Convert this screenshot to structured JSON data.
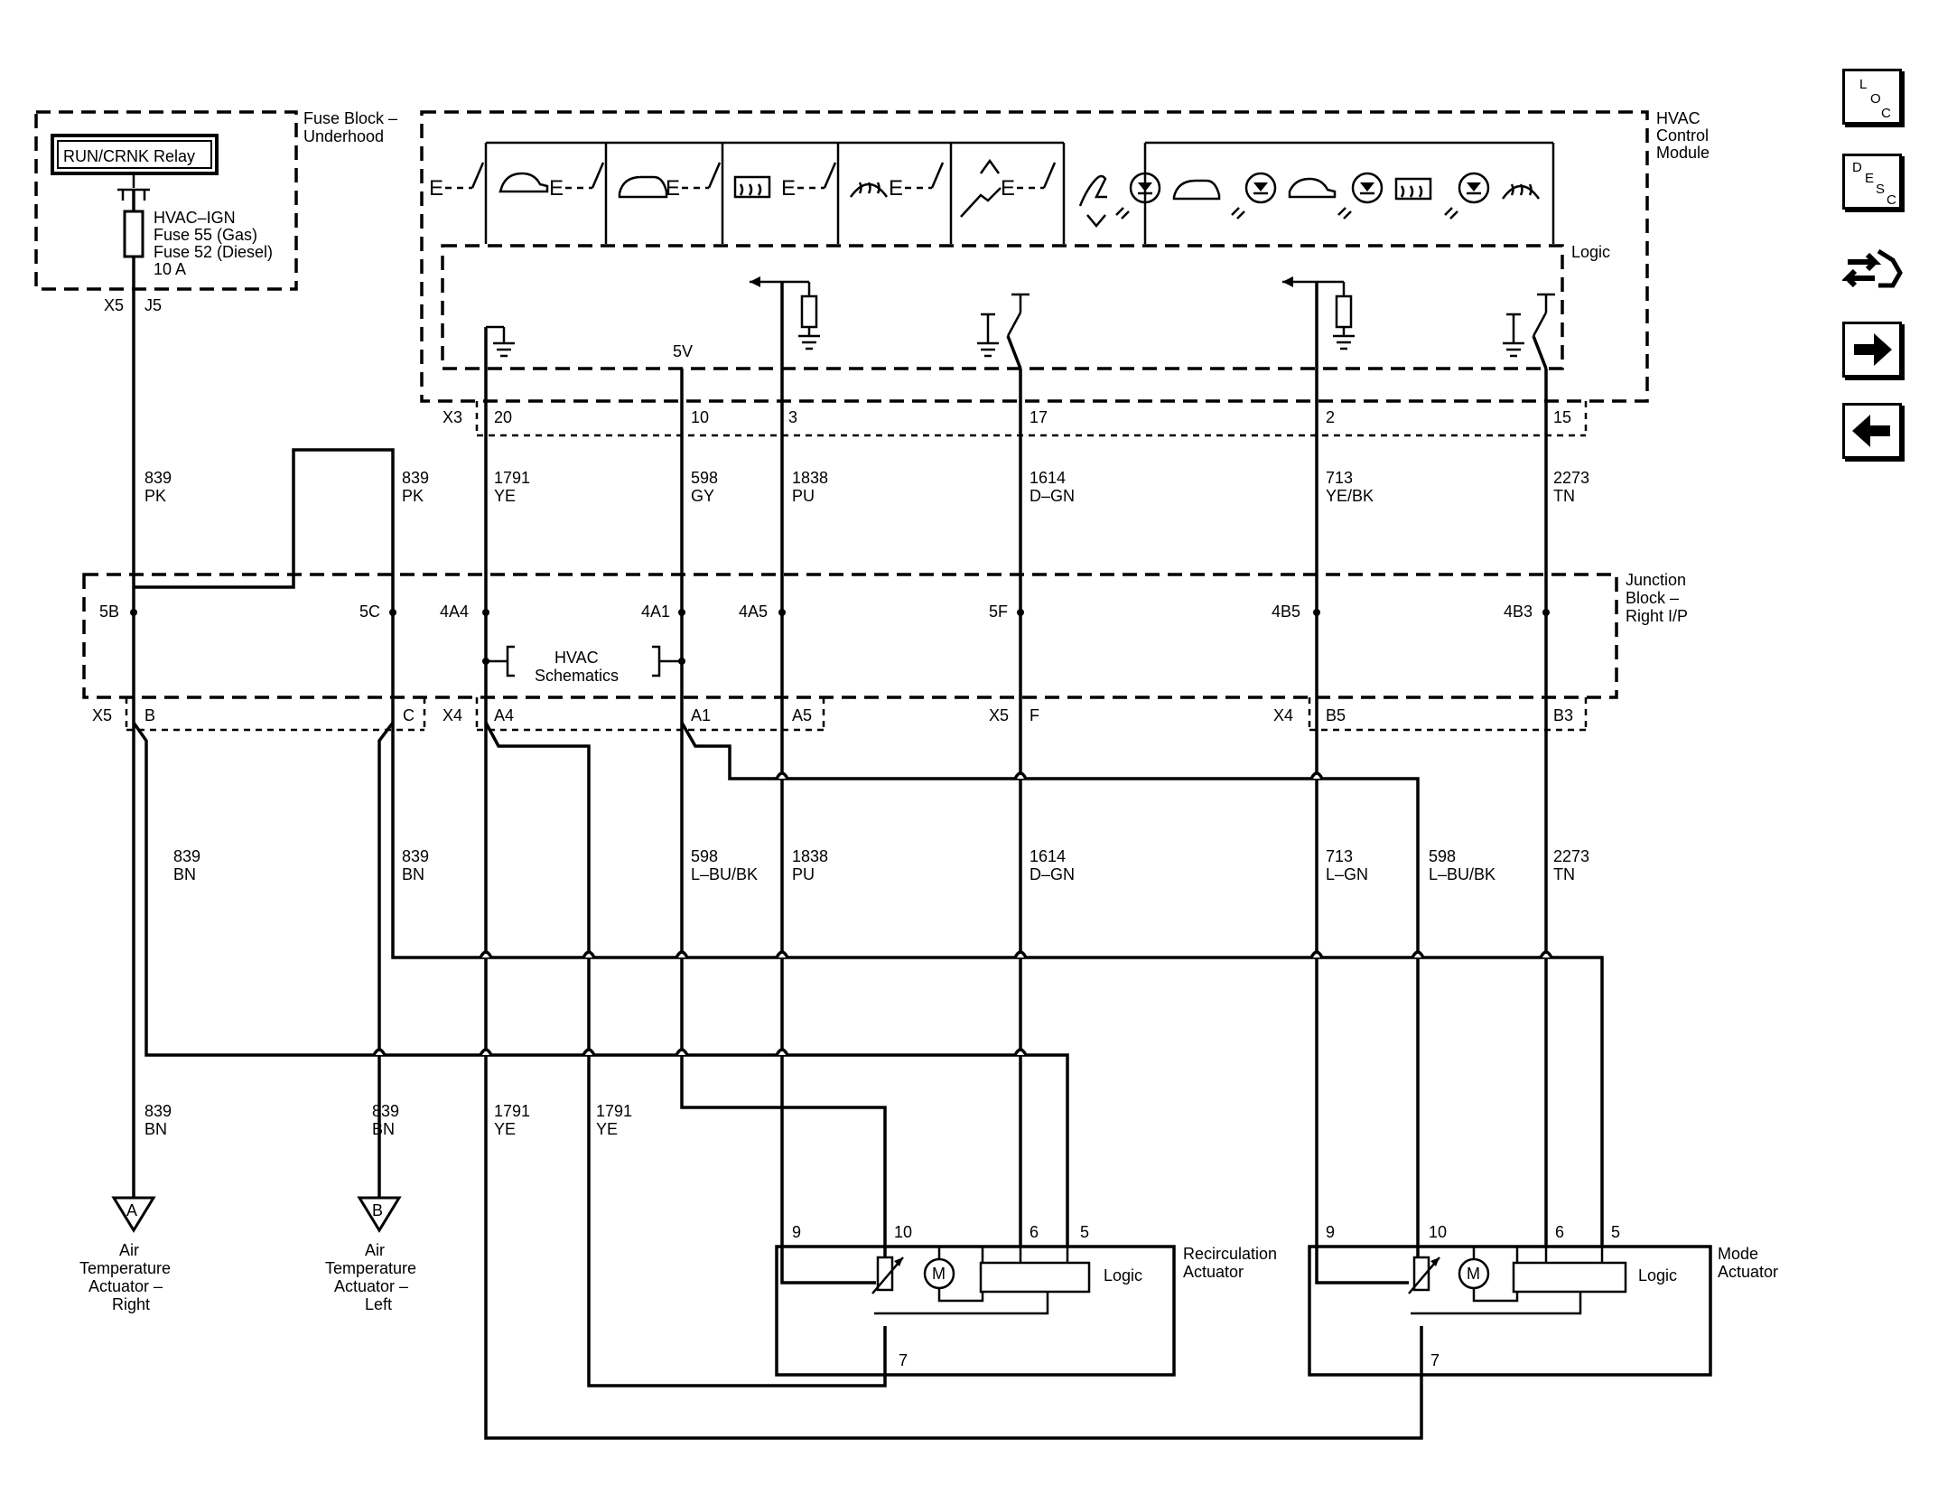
{
  "fuse_block": {
    "title": "Fuse Block –",
    "title2": "Underhood",
    "relay": "RUN/CRNK Relay",
    "fuse_line1": "HVAC–IGN",
    "fuse_line2": "Fuse 55 (Gas)",
    "fuse_line3": "Fuse 52 (Diesel)",
    "fuse_line4": "10 A",
    "conn": "X5",
    "pin": "J5"
  },
  "hvac_module": {
    "title1": "HVAC",
    "title2": "Control",
    "title3": "Module",
    "logic": "Logic",
    "five_v": "5V",
    "conn": "X3",
    "pins": [
      "20",
      "10",
      "3",
      "17",
      "2",
      "15"
    ]
  },
  "wires_upper": [
    {
      "num": "839",
      "color": "PK"
    },
    {
      "num": "839",
      "color": "PK"
    },
    {
      "num": "1791",
      "color": "YE"
    },
    {
      "num": "598",
      "color": "GY"
    },
    {
      "num": "1838",
      "color": "PU"
    },
    {
      "num": "1614",
      "color": "D–GN"
    },
    {
      "num": "713",
      "color": "YE/BK"
    },
    {
      "num": "2273",
      "color": "TN"
    }
  ],
  "junction_block": {
    "title1": "Junction",
    "title2": "Block –",
    "title3": "Right I/P",
    "pins": [
      "5B",
      "5C",
      "4A4",
      "4A1",
      "4A5",
      "5F",
      "4B5",
      "4B3"
    ],
    "schematic_ref1": "HVAC",
    "schematic_ref2": "Schematics",
    "conn_x5": "X5",
    "conn_x4": "X4",
    "conn_x5b": "X5",
    "conn_x4b": "X4",
    "lower_pins": [
      "B",
      "C",
      "A4",
      "A1",
      "A5",
      "F",
      "B5",
      "B3"
    ]
  },
  "wires_mid": [
    {
      "num": "839",
      "color": "BN"
    },
    {
      "num": "839",
      "color": "BN"
    },
    {
      "num": "598",
      "color": "L–BU/BK"
    },
    {
      "num": "1838",
      "color": "PU"
    },
    {
      "num": "1614",
      "color": "D–GN"
    },
    {
      "num": "713",
      "color": "L–GN"
    },
    {
      "num": "598",
      "color": "L–BU/BK"
    },
    {
      "num": "2273",
      "color": "TN"
    }
  ],
  "wires_lower": [
    {
      "num": "839",
      "color": "BN"
    },
    {
      "num": "839",
      "color": "BN"
    },
    {
      "num": "1791",
      "color": "YE"
    },
    {
      "num": "1791",
      "color": "YE"
    }
  ],
  "connectors": {
    "a_letter": "A",
    "b_letter": "B",
    "a_label1": "Air",
    "a_label2": "Temperature",
    "a_label3": "Actuator –",
    "a_label4": "Right",
    "b_label1": "Air",
    "b_label2": "Temperature",
    "b_label3": "Actuator –",
    "b_label4": "Left"
  },
  "recirc_actuator": {
    "title1": "Recirculation",
    "title2": "Actuator",
    "logic": "Logic",
    "motor": "M",
    "pins": [
      "9",
      "10",
      "6",
      "5",
      "7"
    ]
  },
  "mode_actuator": {
    "title1": "Mode",
    "title2": "Actuator",
    "logic": "Logic",
    "motor": "M",
    "pins": [
      "9",
      "10",
      "6",
      "5",
      "7"
    ]
  },
  "nav": {
    "loc": [
      "L",
      "O",
      "C"
    ],
    "desc": [
      "D",
      "E",
      "S",
      "C"
    ]
  }
}
